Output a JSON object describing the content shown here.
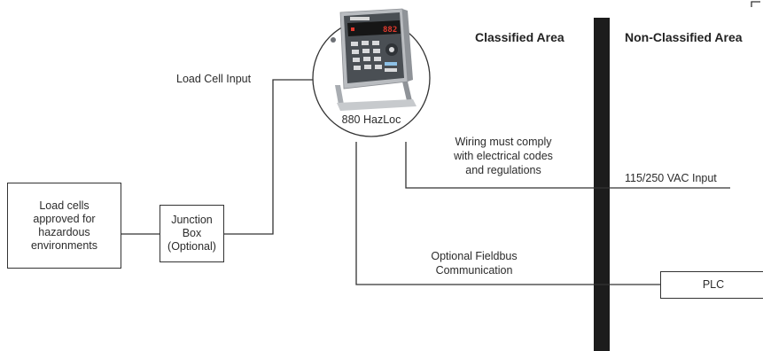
{
  "areas": {
    "classified": "Classified Area",
    "non_classified": "Non-Classified Area"
  },
  "device": {
    "name": "880 HazLoc",
    "display_reading": "882"
  },
  "labels": {
    "load_cell_input": "Load Cell Input",
    "wiring_note": "Wiring must comply\nwith electrical codes\nand regulations",
    "power_input": "115/250 VAC Input",
    "fieldbus": "Optional Fieldbus\nCommunication"
  },
  "boxes": {
    "load_cells": "Load cells\napproved for\nhazardous\nenvironments",
    "junction_box": "Junction\nBox\n(Optional)",
    "plc": "PLC"
  },
  "colors": {
    "line": "#333333",
    "barrier": "#1c1c1c",
    "display_digits": "#e23a2e",
    "enclosure": "#b9bcc0"
  }
}
